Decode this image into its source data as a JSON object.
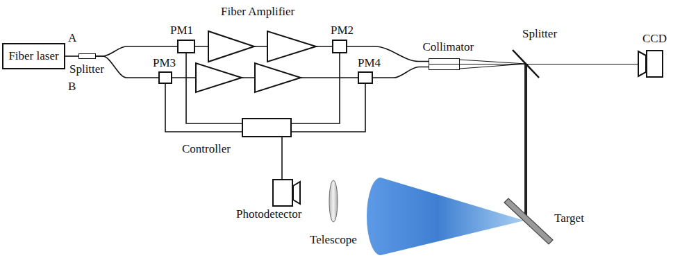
{
  "diagram": {
    "nodes": [
      {
        "text": [
          "Fiber laser"
        ]
      },
      {
        "text": [
          "Splitter"
        ]
      },
      {
        "text": [
          "PM1"
        ]
      },
      {
        "text": [
          "PM2"
        ]
      },
      {
        "text": [
          "PM3"
        ]
      },
      {
        "text": [
          "PM4"
        ]
      },
      {
        "text": [
          "Collimator"
        ]
      },
      {
        "text": [
          "CCD"
        ]
      },
      {
        "text": [
          "Controller"
        ]
      },
      {
        "text": [
          "Photodetector"
        ]
      }
    ],
    "edges": [
      {
        "from": 0,
        "to": 1,
        "arrow": "none"
      },
      {
        "from": 1,
        "to": 2,
        "arrow": "none"
      },
      {
        "from": 1,
        "to": 4,
        "arrow": "none"
      },
      {
        "from": 2,
        "to": 3,
        "arrow": "none"
      },
      {
        "from": 4,
        "to": 5,
        "arrow": "none"
      },
      {
        "from": 3,
        "to": 6,
        "arrow": "none"
      },
      {
        "from": 5,
        "to": 6,
        "arrow": "none"
      },
      {
        "from": 2,
        "to": 8,
        "arrow": "none"
      },
      {
        "from": 3,
        "to": 8,
        "arrow": "none"
      },
      {
        "from": 4,
        "to": 8,
        "arrow": "none"
      },
      {
        "from": 5,
        "to": 8,
        "arrow": "none"
      },
      {
        "from": 8,
        "to": 9,
        "arrow": "none"
      },
      {
        "from": 6,
        "to": 7,
        "arrow": "none"
      }
    ],
    "labels": [
      "A",
      "B",
      "Fiber Amplifier",
      "Splitter",
      "Telescope",
      "Target"
    ]
  }
}
